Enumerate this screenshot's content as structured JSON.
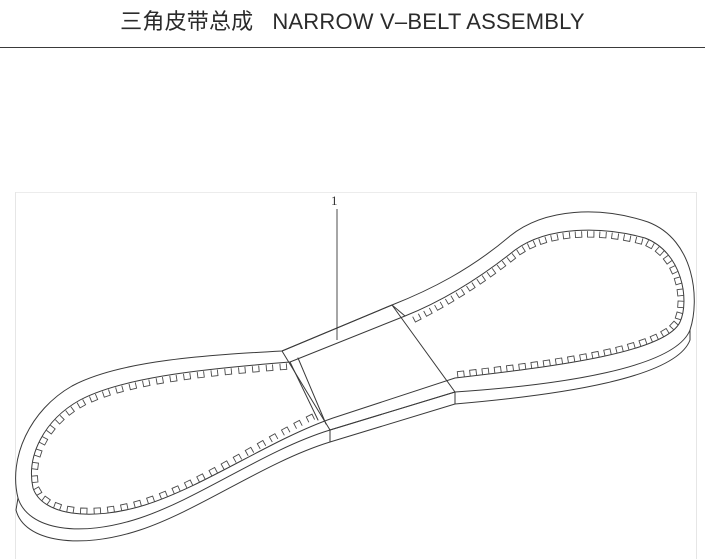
{
  "header": {
    "title_cn": "三角皮带总成",
    "title_en": "NARROW V–BELT ASSEMBLY"
  },
  "diagram": {
    "callouts": [
      {
        "label": "1"
      }
    ],
    "colors": {
      "line": "#3a3a3a",
      "tooth": "#4a4a4a",
      "face": "#ffffff"
    }
  }
}
